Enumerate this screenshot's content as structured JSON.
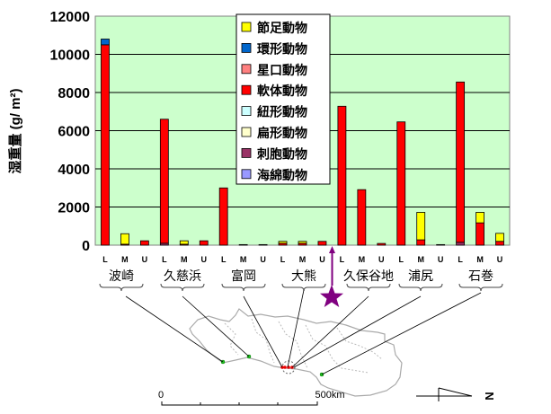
{
  "chart_data": {
    "type": "bar",
    "stacked": true,
    "ylabel": "湿重量 (g/ m²)",
    "ylim": [
      0,
      12000
    ],
    "yticks": [
      0,
      2000,
      4000,
      6000,
      8000,
      10000,
      12000
    ],
    "grid": true,
    "legend_position": "top-center",
    "categories": [
      "L",
      "M",
      "U",
      "L",
      "M",
      "U",
      "L",
      "M",
      "U",
      "L",
      "M",
      "U",
      "L",
      "M",
      "U",
      "L",
      "M",
      "U",
      "L",
      "M",
      "U"
    ],
    "groups": [
      "波崎",
      "久慈浜",
      "富岡",
      "大熊",
      "久保谷地",
      "浦尻",
      "石巻"
    ],
    "series": [
      {
        "name": "節足動物",
        "color": "#FFFF00",
        "values": [
          0,
          550,
          0,
          0,
          180,
          0,
          0,
          0,
          0,
          100,
          100,
          0,
          0,
          0,
          0,
          0,
          1440,
          0,
          0,
          550,
          420
        ]
      },
      {
        "name": "環形動物",
        "color": "#0066CC",
        "values": [
          300,
          0,
          0,
          0,
          0,
          0,
          0,
          0,
          0,
          0,
          0,
          0,
          0,
          0,
          0,
          0,
          0,
          0,
          0,
          0,
          0
        ]
      },
      {
        "name": "星口動物",
        "color": "#FF8080",
        "values": [
          0,
          0,
          0,
          0,
          0,
          0,
          0,
          0,
          0,
          0,
          0,
          0,
          0,
          0,
          0,
          0,
          0,
          0,
          0,
          0,
          0
        ]
      },
      {
        "name": "軟体動物",
        "color": "#FF0000",
        "values": [
          10500,
          50,
          230,
          6500,
          50,
          230,
          3000,
          30,
          30,
          100,
          100,
          200,
          7280,
          2910,
          90,
          6460,
          280,
          30,
          8400,
          1170,
          200
        ]
      },
      {
        "name": "紐形動物",
        "color": "#CCFFFF",
        "values": [
          0,
          0,
          0,
          0,
          0,
          0,
          0,
          0,
          0,
          0,
          0,
          0,
          0,
          0,
          0,
          0,
          0,
          0,
          0,
          0,
          0
        ]
      },
      {
        "name": "扁形動物",
        "color": "#FFFFCC",
        "values": [
          0,
          0,
          0,
          0,
          0,
          0,
          0,
          0,
          0,
          0,
          0,
          0,
          0,
          0,
          0,
          0,
          0,
          0,
          0,
          0,
          0
        ]
      },
      {
        "name": "刺胞動物",
        "color": "#993366",
        "values": [
          0,
          0,
          0,
          100,
          0,
          0,
          0,
          0,
          0,
          0,
          0,
          0,
          0,
          0,
          0,
          0,
          0,
          0,
          150,
          0,
          0
        ]
      },
      {
        "name": "海綿動物",
        "color": "#9999FF",
        "values": [
          0,
          0,
          0,
          0,
          0,
          0,
          0,
          0,
          0,
          0,
          0,
          0,
          0,
          0,
          0,
          0,
          0,
          0,
          0,
          0,
          0
        ]
      }
    ]
  },
  "map": {
    "scale_zero": "0",
    "scale_end": "500km",
    "north": "N"
  }
}
